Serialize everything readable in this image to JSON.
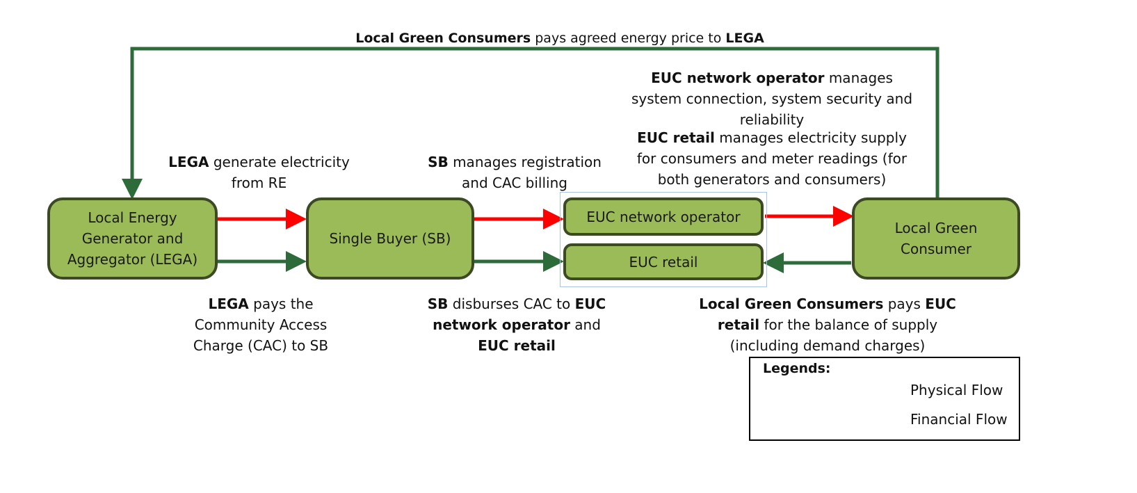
{
  "nodes": {
    "lega": "Local Energy Generator and Aggregator (LEGA)",
    "sb": "Single Buyer (SB)",
    "euc_network": "EUC network operator",
    "euc_retail": "EUC retail",
    "consumer": "Local Green Consumer"
  },
  "labels": {
    "top_bold1": "Local Green Consumers",
    "top_rest": " pays agreed energy price to ",
    "top_bold2": "LEGA",
    "lega_gen_bold": "LEGA",
    "lega_gen_rest": " generate electricity from RE",
    "sb_reg_bold": "SB",
    "sb_reg_rest": " manages registration and CAC billing",
    "euc_net_bold": "EUC network operator",
    "euc_net_rest": " manages system connection, system security and reliability",
    "euc_ret_bold": "EUC retail",
    "euc_ret_rest": " manages electricity supply for consumers and meter readings (for both generators and consumers)",
    "lega_pays_bold": "LEGA",
    "lega_pays_rest": " pays the Community Access Charge (CAC) to SB",
    "sb_disb_bold1": "SB",
    "sb_disb_rest1": " disburses CAC to ",
    "sb_disb_bold2": "EUC network operator",
    "sb_disb_rest2": " and ",
    "sb_disb_bold3": "EUC retail",
    "cons_pays_bold1": "Local Green Consumers",
    "cons_pays_rest1": " pays ",
    "cons_pays_bold2": "EUC retail",
    "cons_pays_rest2": " for the balance of supply (including demand charges)"
  },
  "legend": {
    "title": "Legends:",
    "physical": "Physical Flow",
    "financial": "Financial Flow"
  },
  "colors": {
    "physical_flow": "#ff0000",
    "financial_flow": "#2e6b3a",
    "node_fill": "#9bbb59",
    "node_border": "#3b4a22"
  }
}
